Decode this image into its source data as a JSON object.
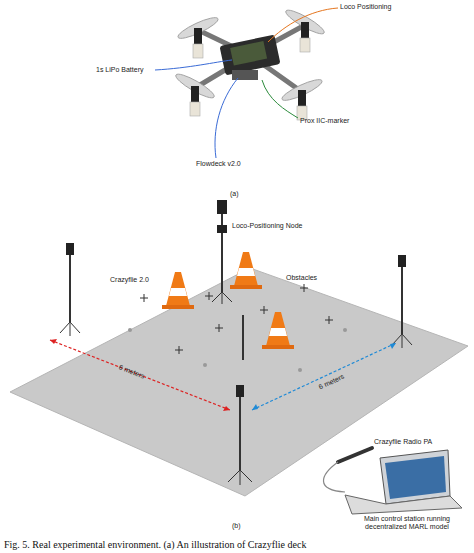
{
  "diagram": {
    "caption": "Fig. 5. Real experimental environment. (a) An illustration of Crazyflie deck",
    "labels": [
      "Loco Positioning",
      "1s LiPo Battery",
      "Prox IIC-marker",
      "Flowdeck v2.0",
      "(a)",
      "Loco-Positioning Node",
      "Crazyflie 2.0",
      "Obstacles",
      "6 meters",
      "6 meters",
      "Crazyflie Radio PA",
      "Main control station running decentralized MARL model",
      "(b)"
    ]
  }
}
